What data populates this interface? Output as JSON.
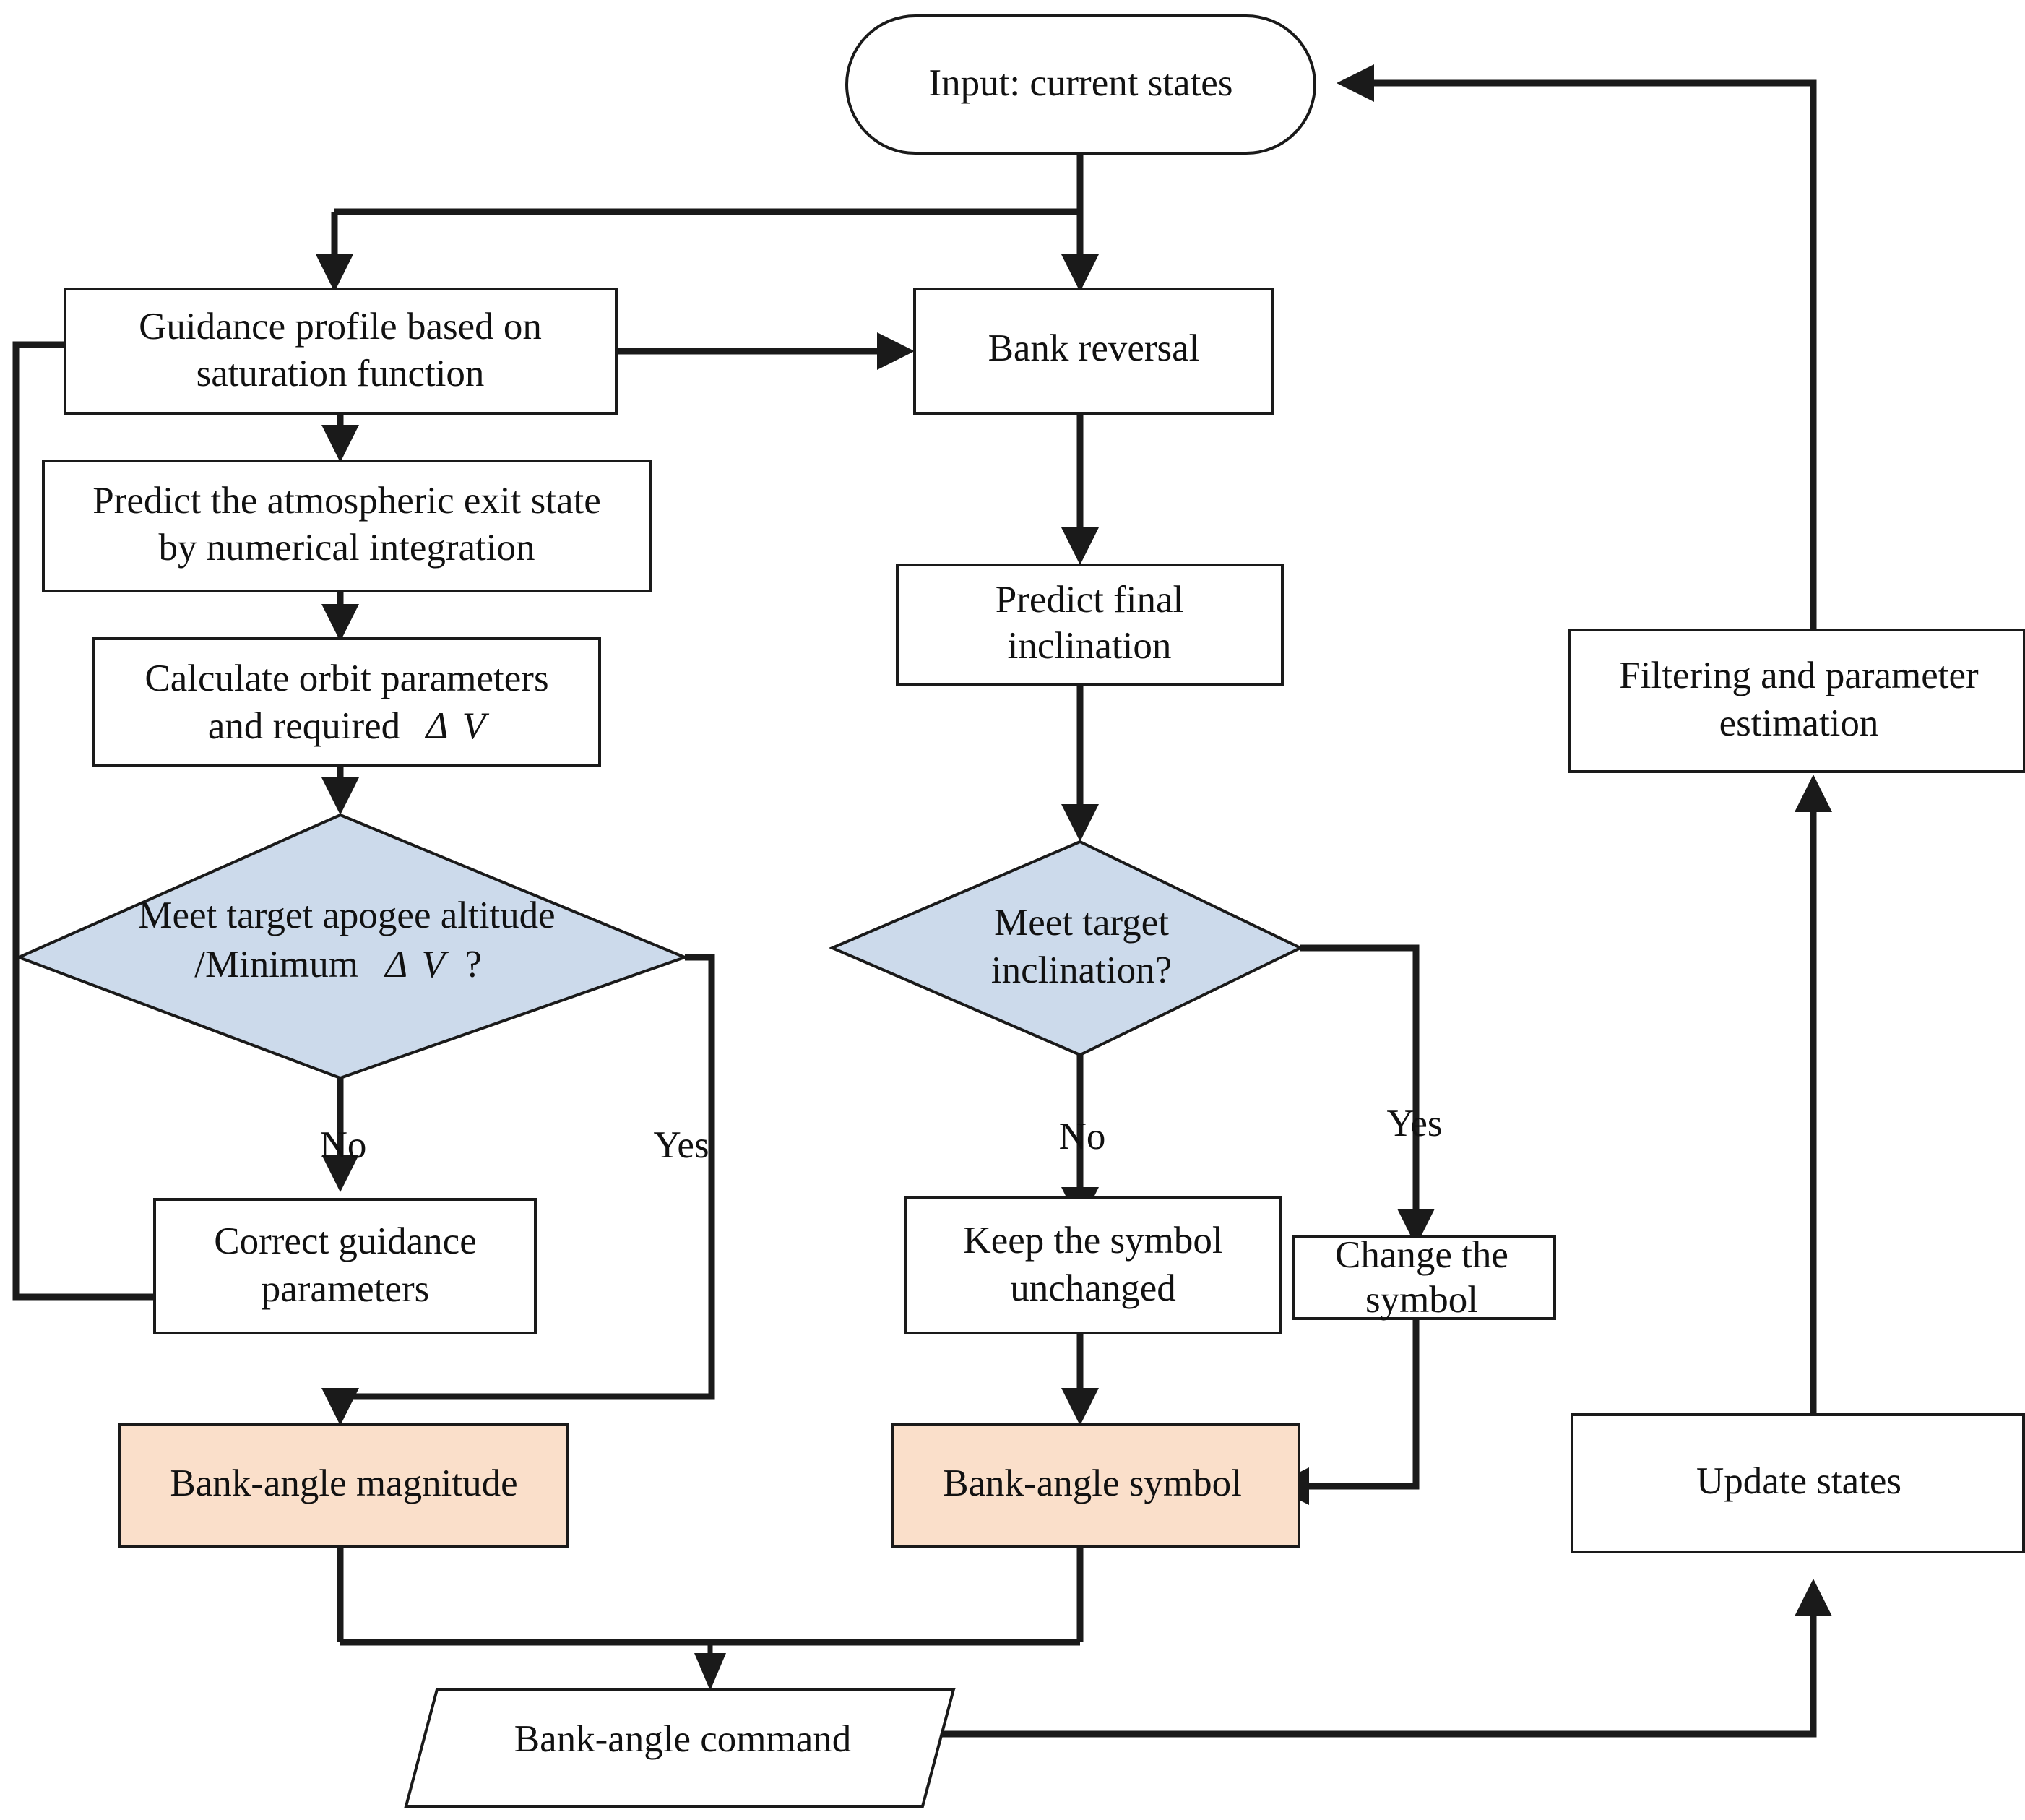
{
  "diagram": {
    "type": "flowchart",
    "title": "Predictor-corrector aerocapture guidance flowchart",
    "colors": {
      "decision_fill": "#ccdaeb",
      "output_fill": "#fadfca",
      "process_fill": "#ffffff",
      "line": "#1a1a1a"
    },
    "nodes": {
      "input_current_states": {
        "label": "Input: current states",
        "shape": "stadium"
      },
      "guidance_profile": {
        "label_line1": "Guidance profile based on",
        "label_line2": "saturation function",
        "shape": "rect"
      },
      "predict_exit_state": {
        "label_line1": "Predict the atmospheric exit state",
        "label_line2": "by numerical integration",
        "shape": "rect"
      },
      "calc_orbit": {
        "label_line1": "Calculate orbit parameters",
        "label_line2_pre": "and required",
        "label_line2_delta": "Δ",
        "label_line2_v": "V",
        "shape": "rect"
      },
      "decision_apogee": {
        "label_line1": "Meet target apogee altitude",
        "label_line2_pre": "/Minimum",
        "label_line2_delta": "Δ",
        "label_line2_v": "V",
        "label_line2_post": "?",
        "shape": "diamond"
      },
      "correct_guidance": {
        "label_line1": "Correct guidance",
        "label_line2": "parameters",
        "shape": "rect"
      },
      "bank_angle_magnitude": {
        "label": "Bank-angle magnitude",
        "shape": "rect"
      },
      "bank_reversal": {
        "label": "Bank reversal",
        "shape": "rect"
      },
      "predict_inclination": {
        "label_line1": "Predict final",
        "label_line2": "inclination",
        "shape": "rect"
      },
      "decision_inclination": {
        "label_line1": "Meet target",
        "label_line2": "inclination?",
        "shape": "diamond"
      },
      "keep_symbol": {
        "label_line1": "Keep the symbol",
        "label_line2": "unchanged",
        "shape": "rect"
      },
      "change_symbol": {
        "label_line1": "Change the",
        "label_line2": "symbol",
        "shape": "rect"
      },
      "bank_angle_symbol": {
        "label": "Bank-angle symbol",
        "shape": "rect"
      },
      "bank_angle_command": {
        "label": "Bank-angle command",
        "shape": "parallelogram"
      },
      "filtering_estimation": {
        "label_line1": "Filtering and parameter",
        "label_line2": "estimation",
        "shape": "rect"
      },
      "update_states": {
        "label": "Update states",
        "shape": "rect"
      }
    },
    "edge_labels": {
      "apogee_no": "No",
      "apogee_yes": "Yes",
      "inclination_no": "No",
      "inclination_yes": "Yes"
    }
  }
}
